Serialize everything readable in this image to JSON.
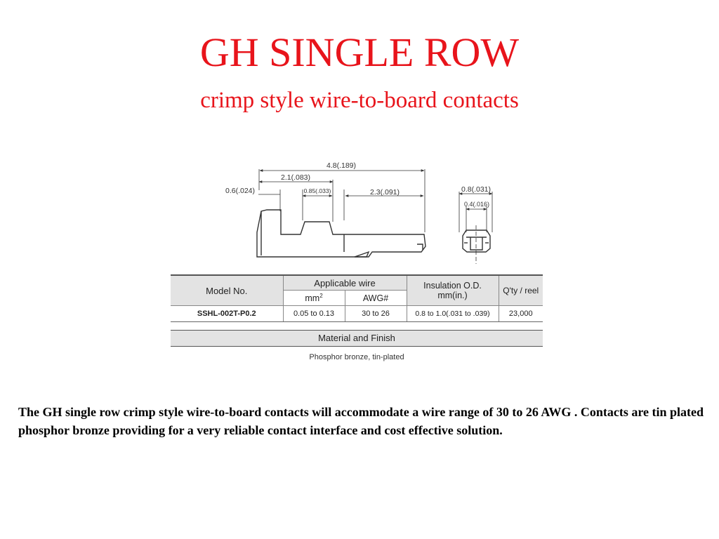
{
  "slide": {
    "title": "GH SINGLE ROW",
    "subtitle": "crimp style wire-to-board contacts",
    "accent_color": "#e8141b"
  },
  "drawing": {
    "dim_overall": "4.8(.189)",
    "dim_barrel": "2.1(.083)",
    "dim_left": "0.6(.024)",
    "dim_mid": "0.85(.033)",
    "dim_right": "2.3(.091)",
    "dim_width": "0.8(.031)",
    "dim_inner": "0.4(.016)"
  },
  "spec_table": {
    "model_header": "Model No.",
    "wire_header": "Applicable wire",
    "mm_header": "mm",
    "mm_sup": "2",
    "awg_header": "AWG#",
    "insulation_header_line1": "Insulation O.D.",
    "insulation_header_line2": "mm(in.)",
    "qty_header": "Q'ty / reel",
    "row": {
      "model": "SSHL-002T-P0.2",
      "mm": "0.05 to 0.13",
      "awg": "30 to 26",
      "insulation": "0.8 to 1.0(.031 to .039)",
      "qty": "23,000"
    }
  },
  "material": {
    "header": "Material and Finish",
    "value": "Phosphor bronze, tin-plated"
  },
  "description": "The GH single row crimp style wire-to-board contacts will accommodate a wire range of 30 to 26 AWG . Contacts are tin plated phosphor bronze providing for a very reliable contact interface and cost effective solution."
}
